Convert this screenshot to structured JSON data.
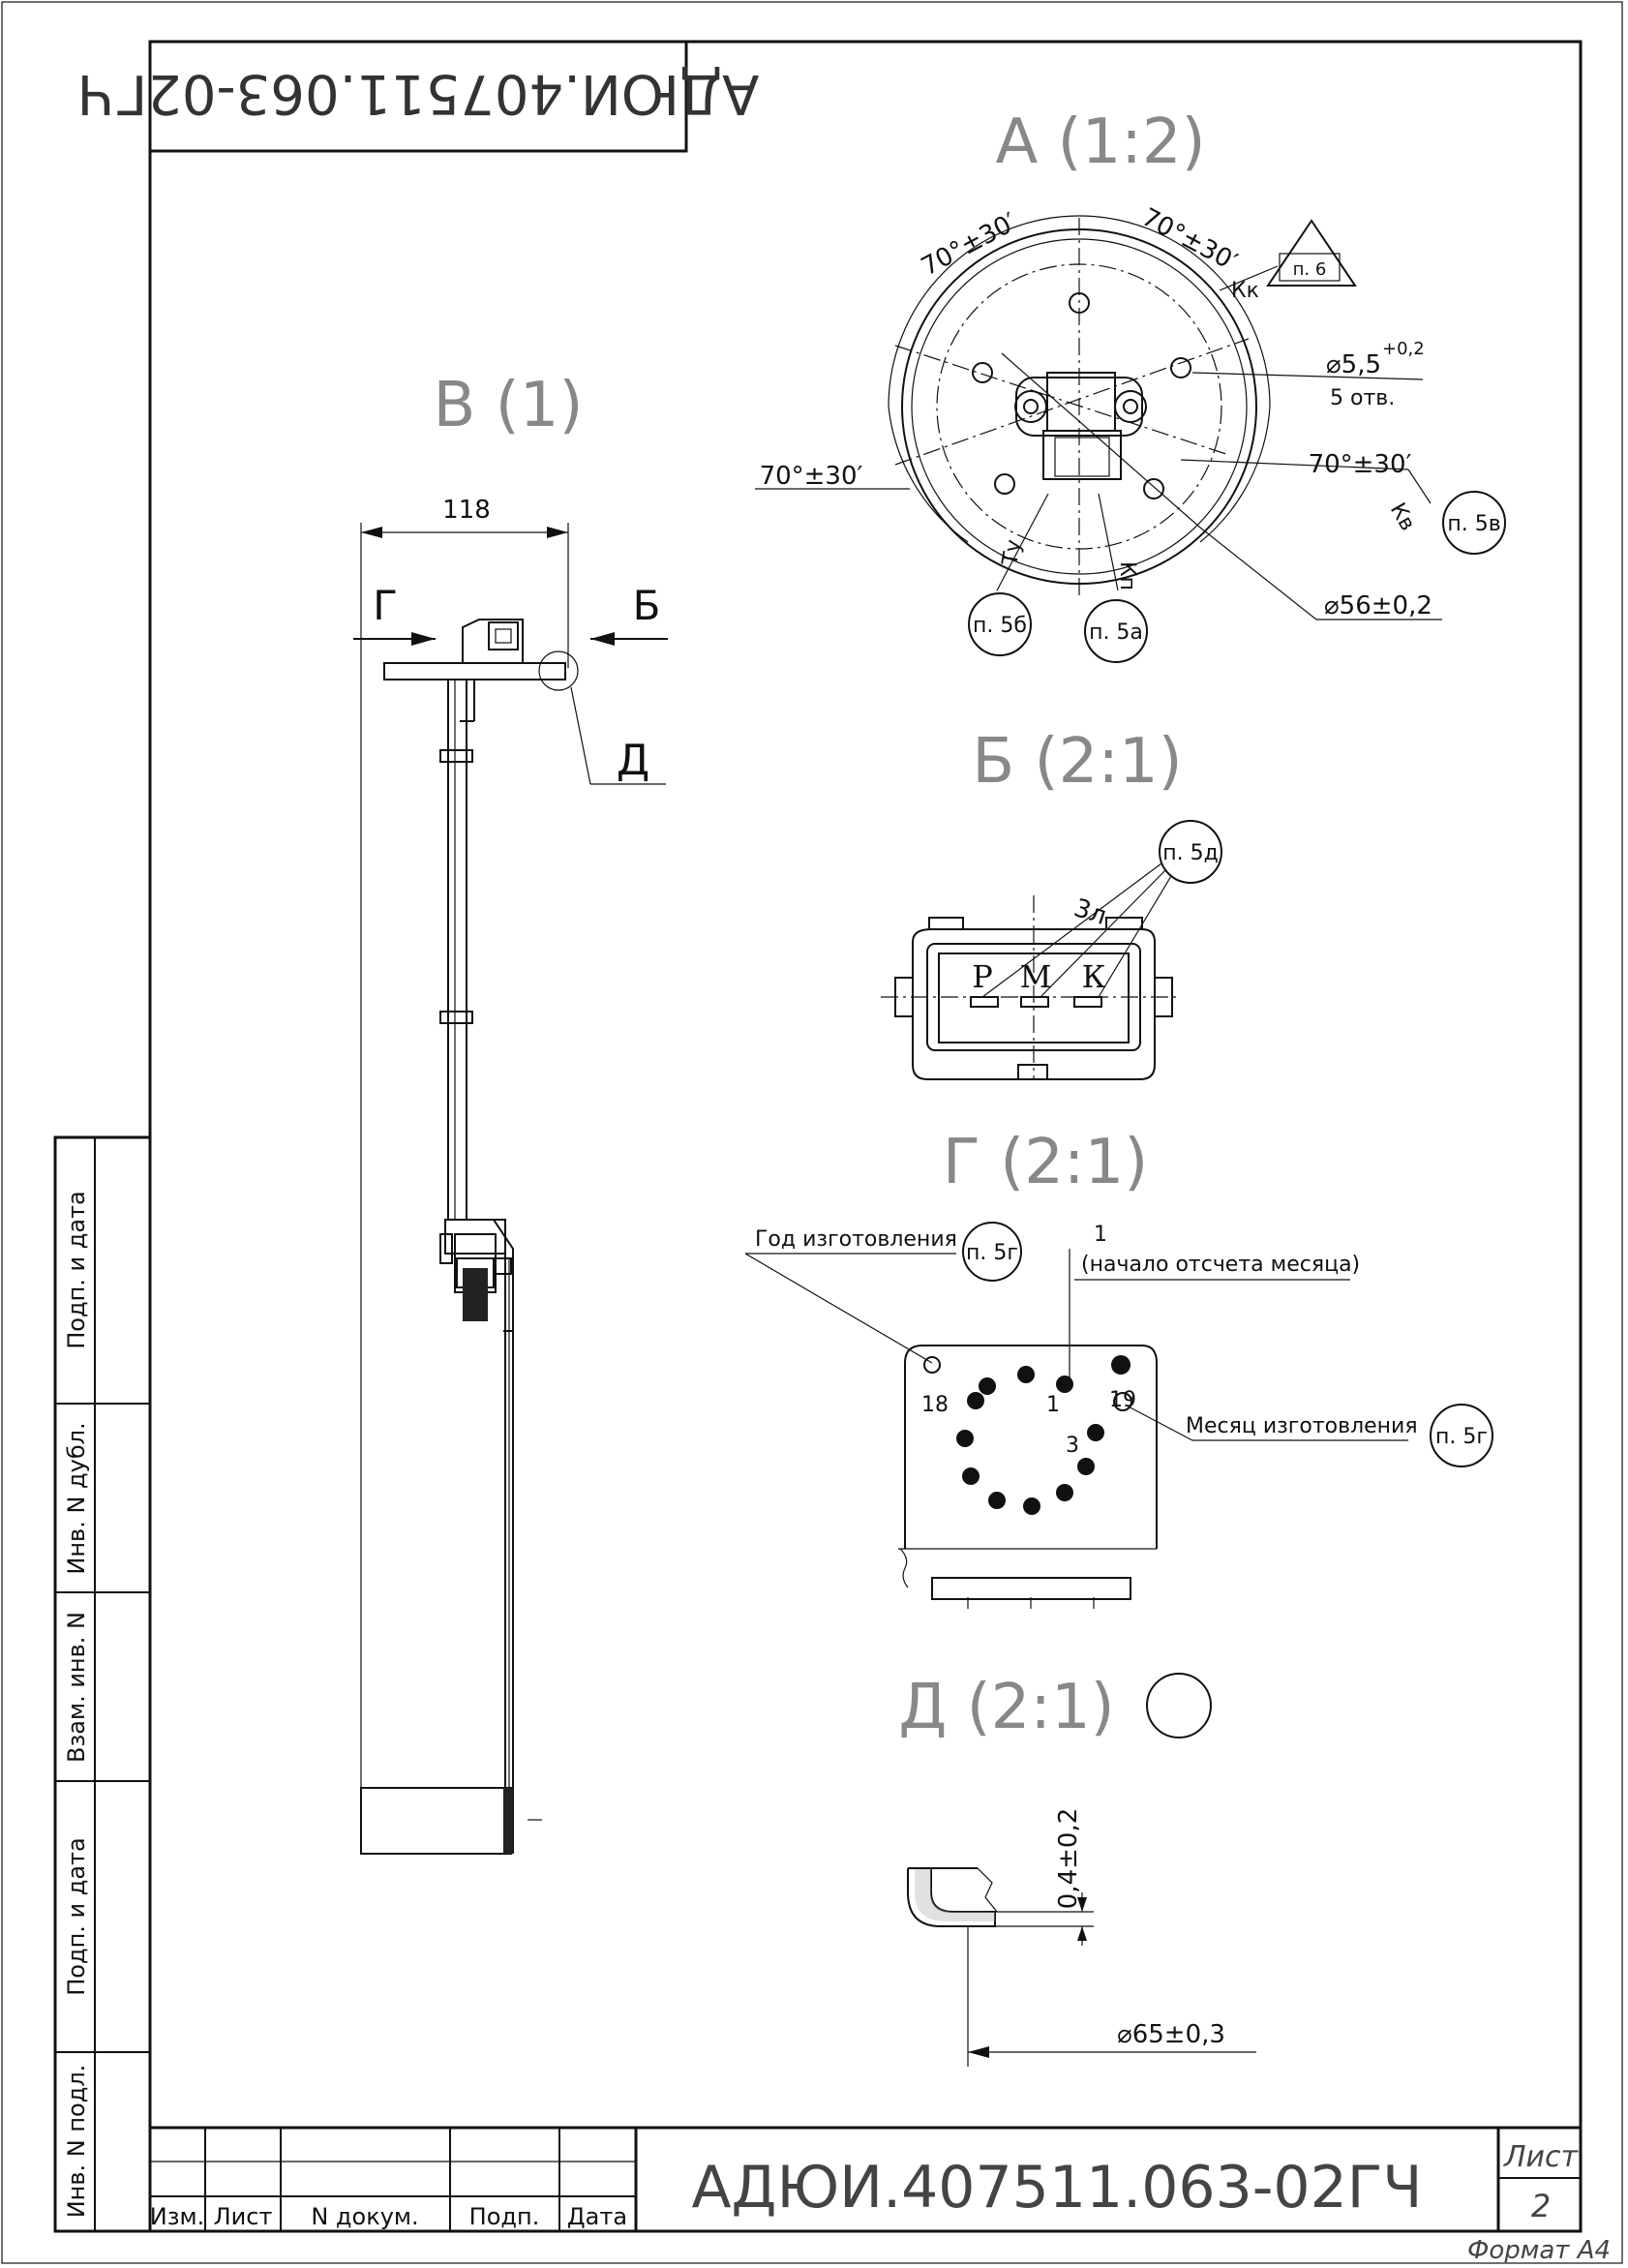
{
  "document": {
    "code": "АДЮИ.407511.063-02ГЧ",
    "code_mirrored": "АДЮИ.407511.063-02ГЧ",
    "format": "Формат А4"
  },
  "views": {
    "a": {
      "title": "А (1:2)"
    },
    "b": {
      "title": "Б (2:1)"
    },
    "v": {
      "title": "В (1)"
    },
    "g": {
      "title": "Г (2:1)"
    },
    "d": {
      "title": "Д (2:1)"
    }
  },
  "view_a": {
    "angle_top_left": "70°±30′",
    "angle_top_right": "70°±30′",
    "angle_left": "70°±30′",
    "angle_right": "70°±30′",
    "label_kk": "Кк",
    "label_ty": "Ту",
    "label_kp": "Кп",
    "label_kv": "Кв",
    "hole_dia": "⌀5,5",
    "hole_tol": "+0,2",
    "hole_count": "5 отв.",
    "dia": "⌀56±0,2",
    "triangle_note": "п. 6",
    "notes": [
      "п. 5б",
      "п. 5а",
      "п. 5в"
    ]
  },
  "view_b": {
    "note": "п. 5д",
    "label_3l": "3л",
    "pin_p": "Р",
    "pin_m": "М",
    "pin_k": "К"
  },
  "view_v": {
    "dim_118": "118",
    "arrow_g": "Г",
    "arrow_b": "Б",
    "callout_d": "Д"
  },
  "view_g": {
    "year_label": "Год изготовления",
    "year_note": "п. 5г",
    "start_num": "1",
    "start_label": "(начало отсчета месяца)",
    "month_label": "Месяц изготовления",
    "month_note": "п. 5г",
    "n18": "18",
    "n1": "1",
    "n19": "19",
    "n3": "3"
  },
  "view_d": {
    "thickness": "0,4±0,2",
    "dia": "⌀65±0,3"
  },
  "side_stamp": {
    "cells": [
      "Подп. и дата",
      "Инв. N дубл.",
      "Взам. инв. N",
      "Подп. и дата",
      "Инв. N подл."
    ]
  },
  "title_block": {
    "cols": [
      "Изм.",
      "Лист",
      "N докум.",
      "Подп.",
      "Дата"
    ],
    "sheet_label": "Лист",
    "sheet_number": "2"
  }
}
